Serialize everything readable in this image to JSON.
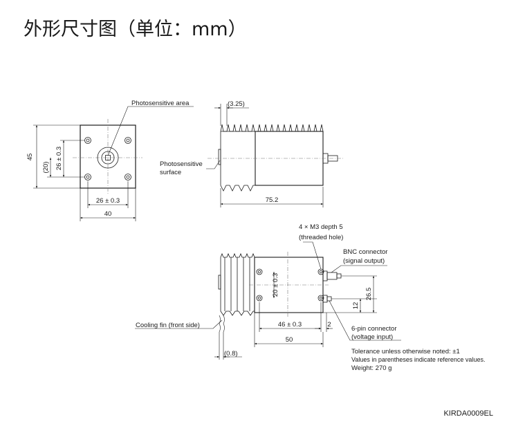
{
  "title": "外形尺寸图（单位：mm）",
  "front_view": {
    "photosensitive_area": "Photosensitive area",
    "height": "45",
    "height_ref": "(20)",
    "hole_pitch_v": "26 ± 0.3",
    "hole_pitch_h": "26 ± 0.3",
    "width": "40"
  },
  "side_view": {
    "fin_offset": "(3.25)",
    "photosensitive_surface_1": "Photosensitive",
    "photosensitive_surface_2": "surface",
    "length": "75.2"
  },
  "rear_view": {
    "threaded_hole_1": "4 × M3 depth 5",
    "threaded_hole_2": "(threaded hole)",
    "bnc_1": "BNC connector",
    "bnc_2": "(signal output)",
    "hole_pitch_v": "20 ± 0.3",
    "bnc_height": "26.5",
    "pin_height": "12",
    "cooling_fin": "Cooling fin (front side)",
    "hole_pitch_h": "46 ± 0.3",
    "gap": "2",
    "body_length": "50",
    "fin_gap": "(0.8)",
    "pin_1": "6-pin connector",
    "pin_2": "(voltage input)"
  },
  "notes": {
    "tolerance": "Tolerance unless otherwise noted: ±1",
    "reference": "Values in parentheses indicate reference values.",
    "weight": "Weight: 270 g"
  },
  "drawing_code": "KIRDA0009EL"
}
